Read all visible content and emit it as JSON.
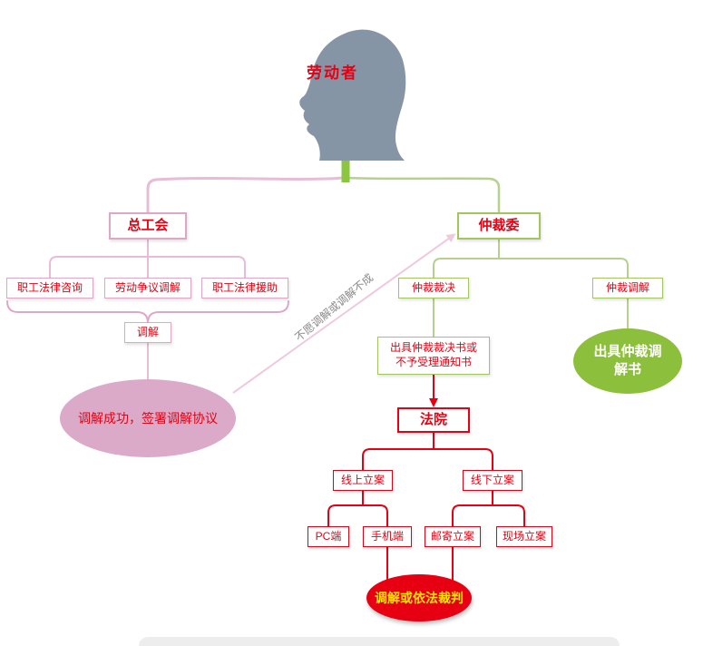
{
  "diagram": {
    "root": "劳动者",
    "union": {
      "label": "总工会",
      "children": [
        "职工法律咨询",
        "劳动争议调解",
        "职工法律援助"
      ],
      "mediation": "调解",
      "outcome": "调解成功，签署调解协议"
    },
    "arbitration": {
      "label": "仲裁委",
      "ruling": "仲裁裁决",
      "mediation": "仲裁调解",
      "ruling_outcome": "出具仲裁裁决书或不予受理通知书",
      "mediation_outcome": "出具仲裁调解书"
    },
    "court": {
      "label": "法院",
      "online": "线上立案",
      "offline": "线下立案",
      "online_children": [
        "PC端",
        "手机端"
      ],
      "offline_children": [
        "邮寄立案",
        "现场立案"
      ],
      "outcome": "调解或依法裁判"
    },
    "edge_label": "不愿调解或调解不成"
  },
  "colors": {
    "head_gray": "#8695a6",
    "pink_line": "#e7bcd6",
    "pink_border": "#dfa7c7",
    "pink_fill": "#dcaac9",
    "green_line": "#b6d18d",
    "green_trunk": "#8cc63f",
    "green_fill": "#8cbf3c",
    "red": "#e60012",
    "yellow_text": "#ffe400",
    "gray_label": "#8a8a8a"
  }
}
